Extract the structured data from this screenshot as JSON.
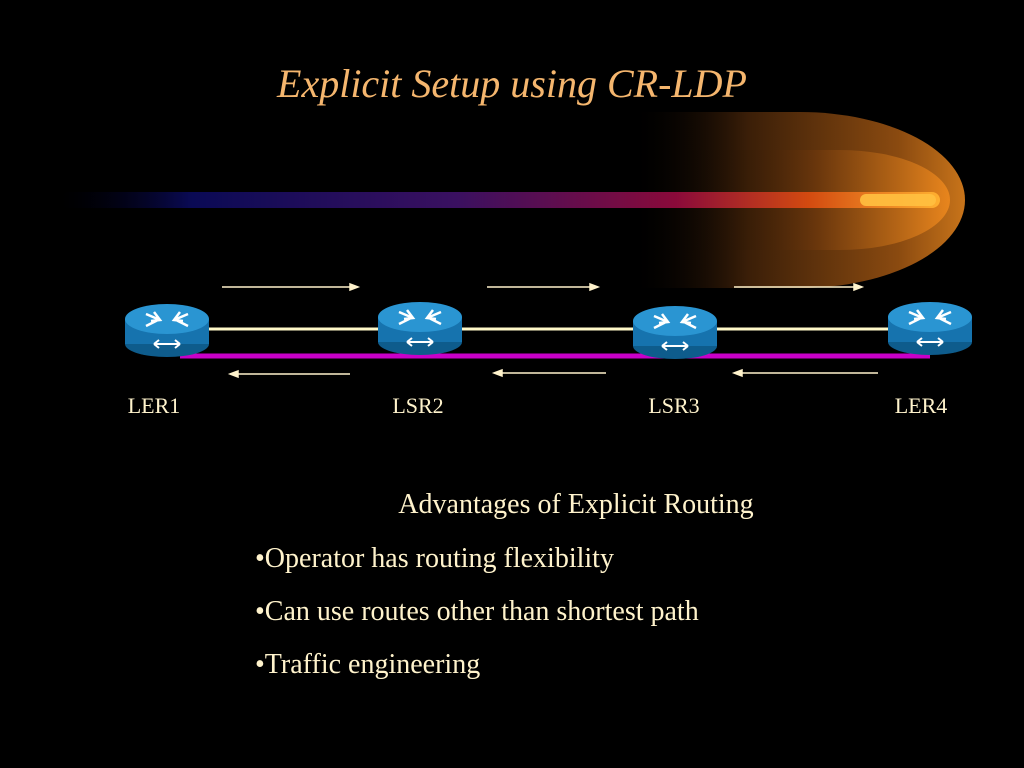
{
  "slide": {
    "title": "Explicit Setup using CR-LDP",
    "colors": {
      "background": "#000000",
      "title": "#F5B66E",
      "text": "#FFF3CC",
      "link": "#FFF8C8",
      "path": "#C800C8",
      "router": "#1E8AC8"
    }
  },
  "diagram": {
    "nodes": [
      {
        "label": "LER1",
        "icon": "router-icon"
      },
      {
        "label": "LSR2",
        "icon": "router-icon"
      },
      {
        "label": "LSR3",
        "icon": "router-icon"
      },
      {
        "label": "LER4",
        "icon": "router-icon"
      }
    ],
    "forward_arrows": 3,
    "reverse_arrows": 3
  },
  "advantages": {
    "heading": "Advantages of Explicit Routing",
    "items": [
      "•Operator has routing flexibility",
      "•Can use routes other than shortest path",
      "•Traffic engineering"
    ]
  }
}
